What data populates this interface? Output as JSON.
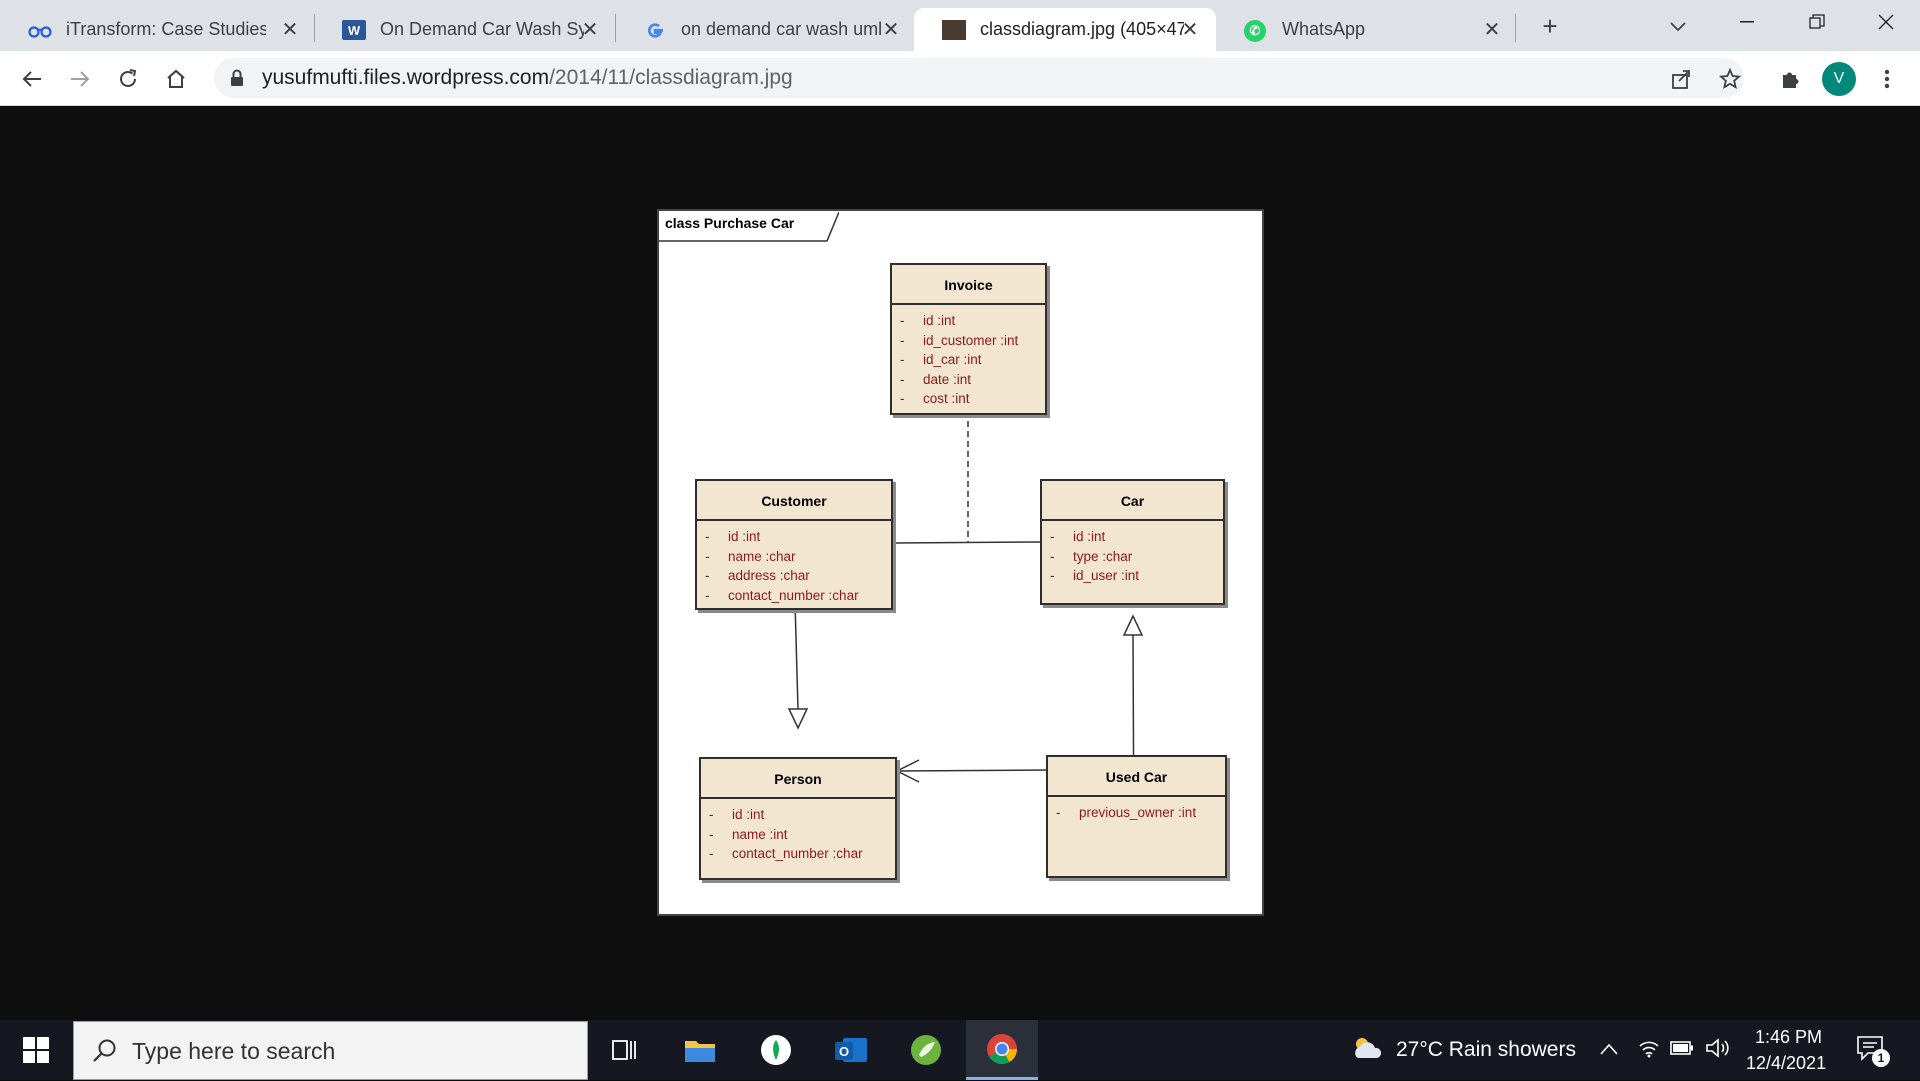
{
  "browser": {
    "tabs": [
      {
        "title": "iTransform: Case Studies |",
        "icon": "itransform-icon"
      },
      {
        "title": "On Demand Car Wash Sys",
        "icon": "word-icon"
      },
      {
        "title": "on demand car wash uml",
        "icon": "google-icon"
      },
      {
        "title": "classdiagram.jpg (405×47",
        "icon": "image-thumb-icon"
      },
      {
        "title": "WhatsApp",
        "icon": "whatsapp-icon"
      }
    ],
    "active_tab_index": 3,
    "url_domain": "yusufmufti.files.wordpress.com",
    "url_path": "/2014/11/classdiagram.jpg",
    "profile_initial": "V",
    "accent_color": "#00897b"
  },
  "diagram": {
    "frame_label": "class Purchase Car",
    "classes": {
      "invoice": {
        "name": "Invoice",
        "attributes": [
          "id :int",
          "id_customer :int",
          "id_car :int",
          "date :int",
          "cost :int"
        ]
      },
      "customer": {
        "name": "Customer",
        "attributes": [
          "id :int",
          "name :char",
          "address :char",
          "contact_number :char"
        ]
      },
      "car": {
        "name": "Car",
        "attributes": [
          "id :int",
          "type :char",
          "id_user :int"
        ]
      },
      "person": {
        "name": "Person",
        "attributes": [
          "id :int",
          "name :int",
          "contact_number :char"
        ]
      },
      "used_car": {
        "name": "Used Car",
        "attributes": [
          "previous_owner :int"
        ]
      }
    },
    "class_fill": "#f3e6d0",
    "attribute_color": "#8b1a1a"
  },
  "taskbar": {
    "search_placeholder": "Type here to search",
    "weather": "27°C  Rain showers",
    "time": "1:46 PM",
    "date": "12/4/2021",
    "notification_count": "1"
  }
}
